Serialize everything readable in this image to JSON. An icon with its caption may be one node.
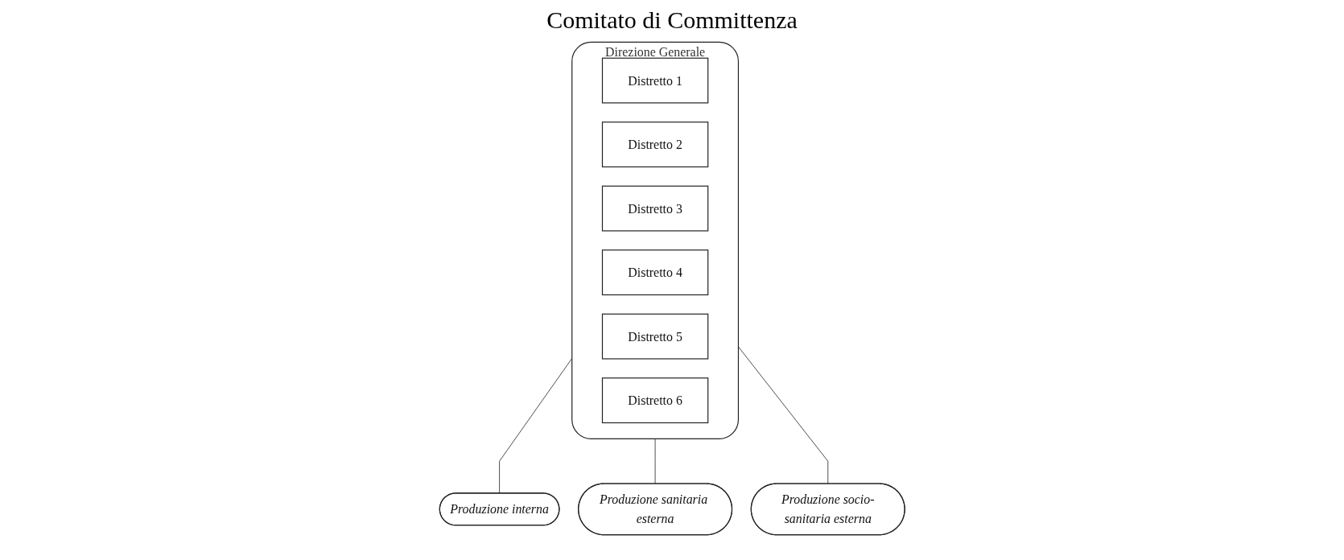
{
  "diagram": {
    "title": "Comitato di Committenza",
    "nodes": [
      {
        "text": [
          "Direzione Generale"
        ]
      },
      {
        "text": [
          "Distretto 1"
        ],
        "in": 0
      },
      {
        "text": [
          "Distretto 2"
        ],
        "in": 0
      },
      {
        "text": [
          "Distretto 3"
        ],
        "in": 0
      },
      {
        "text": [
          "Distretto 4"
        ],
        "in": 0
      },
      {
        "text": [
          "Distretto 5"
        ],
        "in": 0
      },
      {
        "text": [
          "Distretto 6"
        ],
        "in": 0
      },
      {
        "text": [
          "Produzione interna"
        ]
      },
      {
        "text": [
          "Produzione sanitaria esterna"
        ]
      },
      {
        "text": [
          "Produzione socio-sanitaria esterna"
        ]
      }
    ],
    "edges": [
      {
        "from": 0,
        "to": 7,
        "arrow": "none"
      },
      {
        "from": 0,
        "to": 8,
        "arrow": "none"
      },
      {
        "from": 0,
        "to": 9,
        "arrow": "none"
      }
    ]
  }
}
